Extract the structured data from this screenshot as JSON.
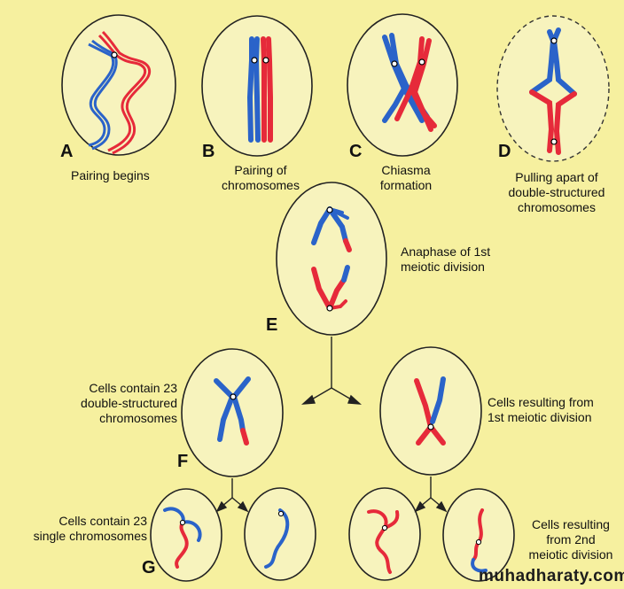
{
  "colors": {
    "background": "#f6f09f",
    "cell_fill": "#f7f3bd",
    "cell_stroke": "#222222",
    "blue": "#2a63c9",
    "red": "#e62a3a",
    "arrow": "#222222"
  },
  "stages": {
    "A": {
      "letter": "A",
      "caption": [
        "Pairing begins"
      ]
    },
    "B": {
      "letter": "B",
      "caption": [
        "Pairing of",
        "chromosomes"
      ]
    },
    "C": {
      "letter": "C",
      "caption": [
        "Chiasma",
        "formation"
      ]
    },
    "D": {
      "letter": "D",
      "caption": [
        "Pulling apart of",
        "double-structured",
        "chromosomes"
      ]
    },
    "E": {
      "letter": "E",
      "caption": [
        "Anaphase of 1st",
        "meiotic division"
      ]
    },
    "F": {
      "letter": "F",
      "caption": [
        "Cells contain 23",
        "double-structured",
        "chromosomes"
      ]
    },
    "F2": {
      "caption": [
        "Cells resulting from",
        "1st meiotic division"
      ]
    },
    "G": {
      "letter": "G",
      "caption": [
        "Cells contain 23",
        "single chromosomes"
      ]
    },
    "G2": {
      "caption": [
        "Cells resulting",
        "from 2nd",
        "meiotic division"
      ]
    }
  },
  "watermark": "muhadharaty.com"
}
